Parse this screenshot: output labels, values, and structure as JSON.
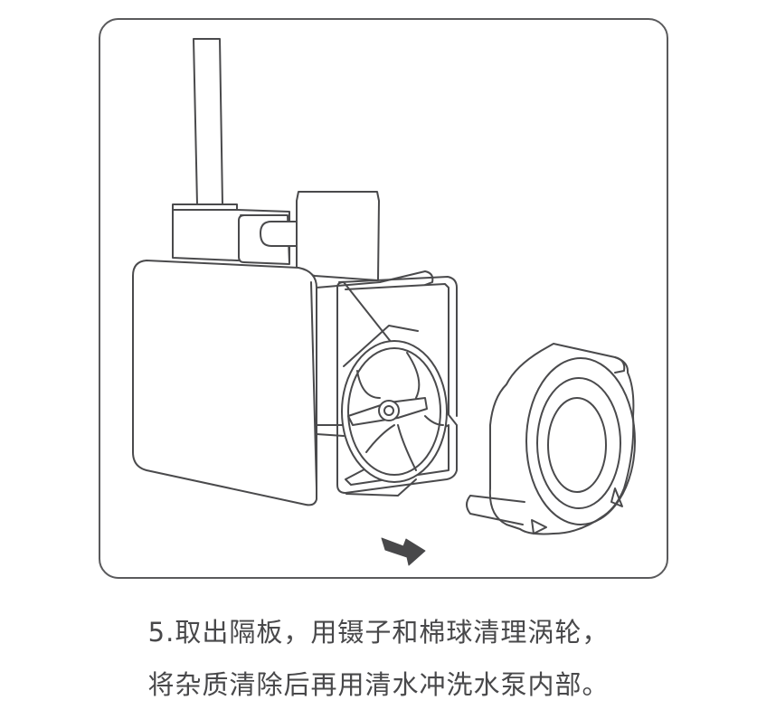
{
  "illustration": {
    "subject": "water pump with impeller cover removed",
    "arrow_direction": "down-right",
    "stroke_color": "#4a4a4c",
    "arrow_color": "#48484a"
  },
  "caption": {
    "line1": "5.取出隔板，用镊子和棉球清理涡轮，",
    "line2": "将杂质清除后再用清水冲洗水泵内部。"
  }
}
